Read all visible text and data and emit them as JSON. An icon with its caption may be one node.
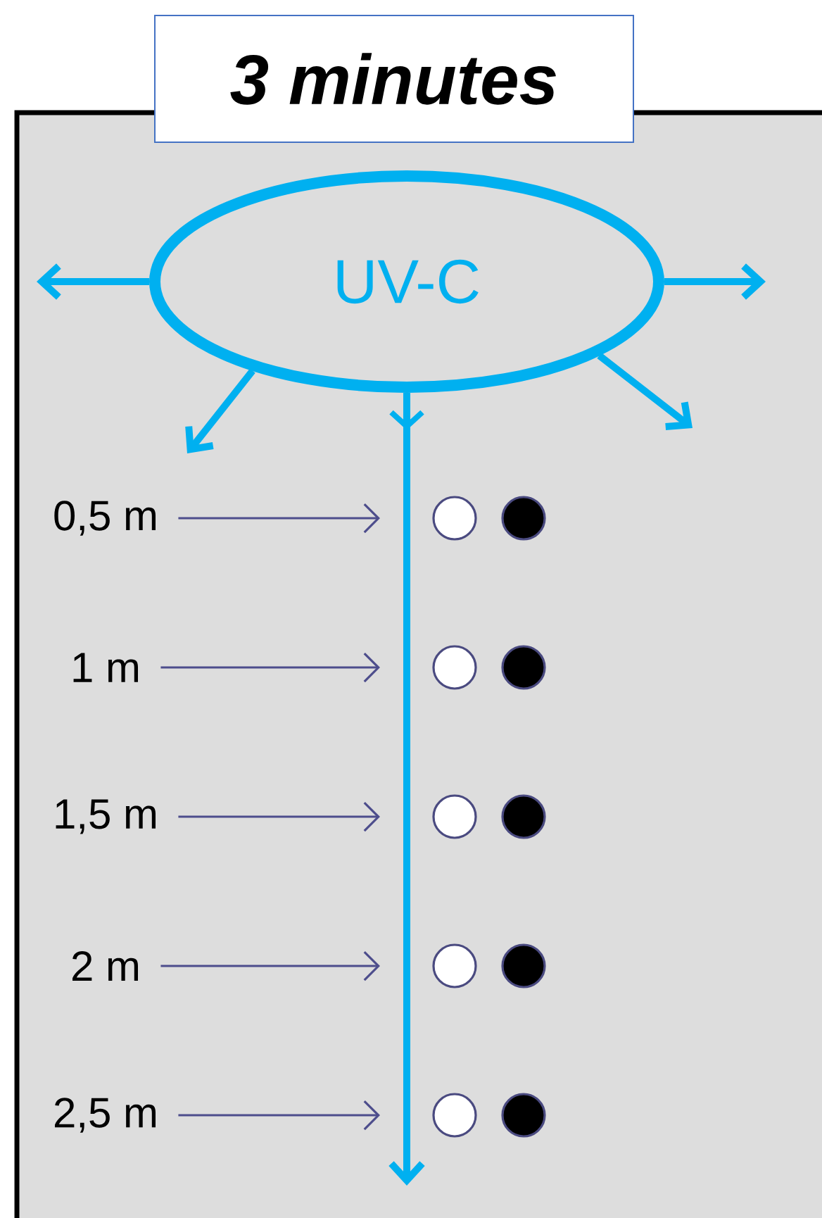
{
  "diagram": {
    "nodes": [
      {
        "text": [
          "3 minutes"
        ]
      },
      {
        "text": [
          "UV-C"
        ]
      },
      {
        "text": [
          "0,5 m"
        ]
      },
      {
        "text": [
          "1 m"
        ]
      },
      {
        "text": [
          "1,5 m"
        ]
      },
      {
        "text": [
          "2 m"
        ]
      },
      {
        "text": [
          "2,5 m"
        ]
      },
      {
        "text": [],
        "shape": "circle"
      },
      {
        "text": [],
        "shape": "circle"
      },
      {
        "text": [],
        "shape": "circle"
      },
      {
        "text": [],
        "shape": "circle"
      },
      {
        "text": [],
        "shape": "circle"
      },
      {
        "text": [],
        "shape": "circle"
      },
      {
        "text": [],
        "shape": "circle"
      },
      {
        "text": [],
        "shape": "circle"
      },
      {
        "text": [],
        "shape": "circle"
      },
      {
        "text": [],
        "shape": "circle"
      }
    ],
    "edges": [
      {
        "from": 1,
        "to": null,
        "arrow": "to",
        "style": "thick"
      },
      {
        "from": 1,
        "to": null,
        "arrow": "to",
        "style": "thick"
      },
      {
        "from": 1,
        "to": null,
        "arrow": "to",
        "style": "thick"
      },
      {
        "from": 1,
        "to": null,
        "arrow": "to",
        "style": "thick"
      },
      {
        "from": 1,
        "to": null,
        "arrow": "to",
        "style": "thick"
      },
      {
        "from": 2,
        "to": null,
        "arrow": "to",
        "color": "#4d4d8c"
      },
      {
        "from": 3,
        "to": null,
        "arrow": "to",
        "color": "#4d4d8c"
      },
      {
        "from": 4,
        "to": null,
        "arrow": "to",
        "color": "#4d4d8c"
      },
      {
        "from": 5,
        "to": null,
        "arrow": "to",
        "color": "#4d4d8c"
      },
      {
        "from": 6,
        "to": null,
        "arrow": "to",
        "color": "#4d4d8c"
      }
    ]
  }
}
